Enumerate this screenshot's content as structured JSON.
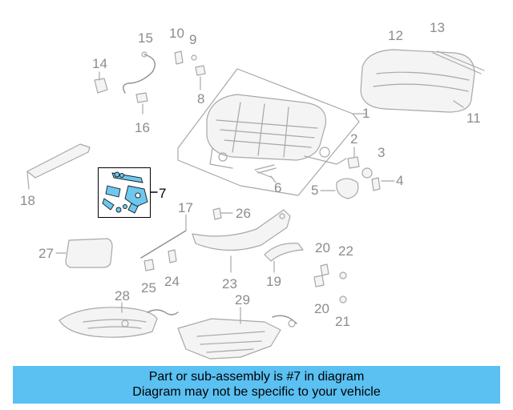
{
  "diagram": {
    "callouts": [
      {
        "id": "1",
        "text": "1"
      },
      {
        "id": "2",
        "text": "2"
      },
      {
        "id": "3",
        "text": "3"
      },
      {
        "id": "4",
        "text": "4"
      },
      {
        "id": "5",
        "text": "5"
      },
      {
        "id": "6",
        "text": "6"
      },
      {
        "id": "7",
        "text": "7"
      },
      {
        "id": "8",
        "text": "8"
      },
      {
        "id": "9",
        "text": "9"
      },
      {
        "id": "10",
        "text": "10"
      },
      {
        "id": "11",
        "text": "11"
      },
      {
        "id": "12",
        "text": "12"
      },
      {
        "id": "13",
        "text": "13"
      },
      {
        "id": "14",
        "text": "14"
      },
      {
        "id": "15",
        "text": "15"
      },
      {
        "id": "16",
        "text": "16"
      },
      {
        "id": "17",
        "text": "17"
      },
      {
        "id": "18",
        "text": "18"
      },
      {
        "id": "19",
        "text": "19"
      },
      {
        "id": "20a",
        "text": "20"
      },
      {
        "id": "20b",
        "text": "20"
      },
      {
        "id": "21",
        "text": "21"
      },
      {
        "id": "22",
        "text": "22"
      },
      {
        "id": "23",
        "text": "23"
      },
      {
        "id": "24",
        "text": "24"
      },
      {
        "id": "25",
        "text": "25"
      },
      {
        "id": "26",
        "text": "26"
      },
      {
        "id": "27",
        "text": "27"
      },
      {
        "id": "28",
        "text": "28"
      },
      {
        "id": "29",
        "text": "29"
      }
    ],
    "highlighted_part": "7",
    "colors": {
      "highlight": "#6cc8ef",
      "banner": "#5bc0f2",
      "callout": "#8c8c8c",
      "lines": "#a8a8a8"
    }
  },
  "banner": {
    "line1": "Part or sub-assembly is #7 in diagram",
    "line2": "Diagram may not be specific to your vehicle"
  }
}
